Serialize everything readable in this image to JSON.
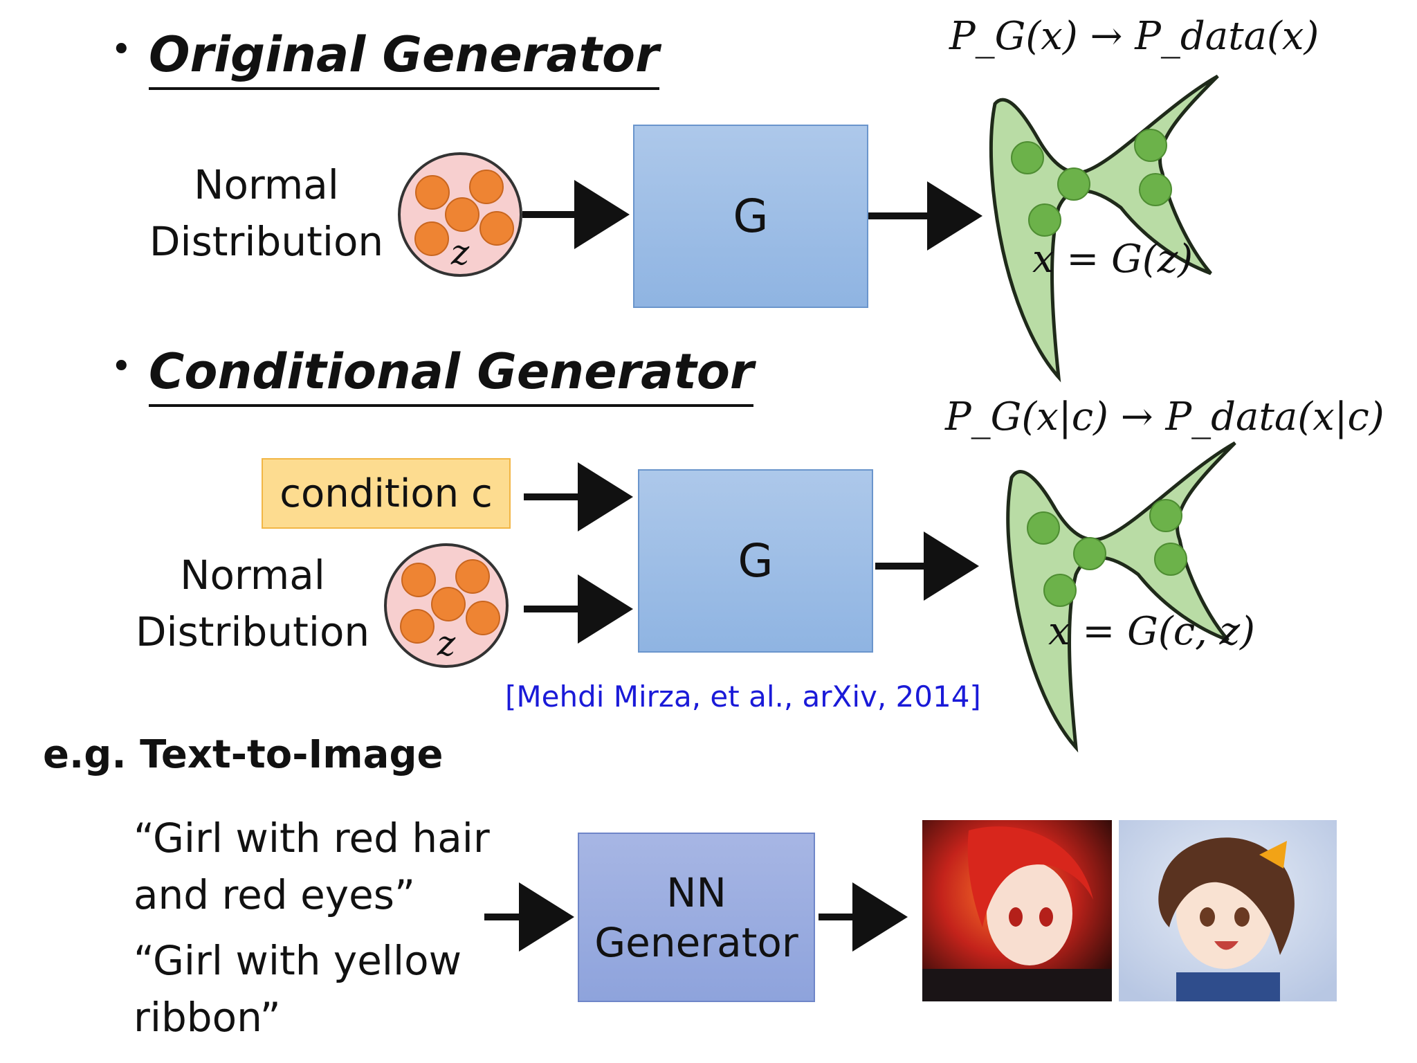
{
  "original": {
    "heading": "Original Generator",
    "input_label_line1": "Normal",
    "input_label_line2": "Distribution",
    "latent_symbol": "z",
    "generator_label": "G",
    "dist_formula": "P_G(x) → P_data(x)",
    "output_formula": "x = G(z)"
  },
  "conditional": {
    "heading": "Conditional Generator",
    "condition_label": "condition c",
    "input_label_line1": "Normal",
    "input_label_line2": "Distribution",
    "latent_symbol": "z",
    "generator_label": "G",
    "dist_formula": "P_G(x|c) → P_data(x|c)",
    "output_formula": "x = G(c, z)",
    "citation": "[Mehdi Mirza, et al., arXiv, 2014]"
  },
  "example": {
    "heading": "e.g. Text-to-Image",
    "prompt1_line1": "“Girl with red hair",
    "prompt1_line2": "and red eyes”",
    "prompt2_line1": "“Girl with yellow",
    "prompt2_line2": "ribbon”",
    "generator_line1": "NN",
    "generator_line2": "Generator"
  },
  "colors": {
    "latent_fill": "#f7cfcf",
    "dot_orange": "#ee8433",
    "blob_green": "#b9dca5",
    "dot_green": "#6cb24a",
    "generator_blue": "#9dbde6",
    "condition_yellow": "#fddc90",
    "citation_blue": "#1a1ad8"
  }
}
